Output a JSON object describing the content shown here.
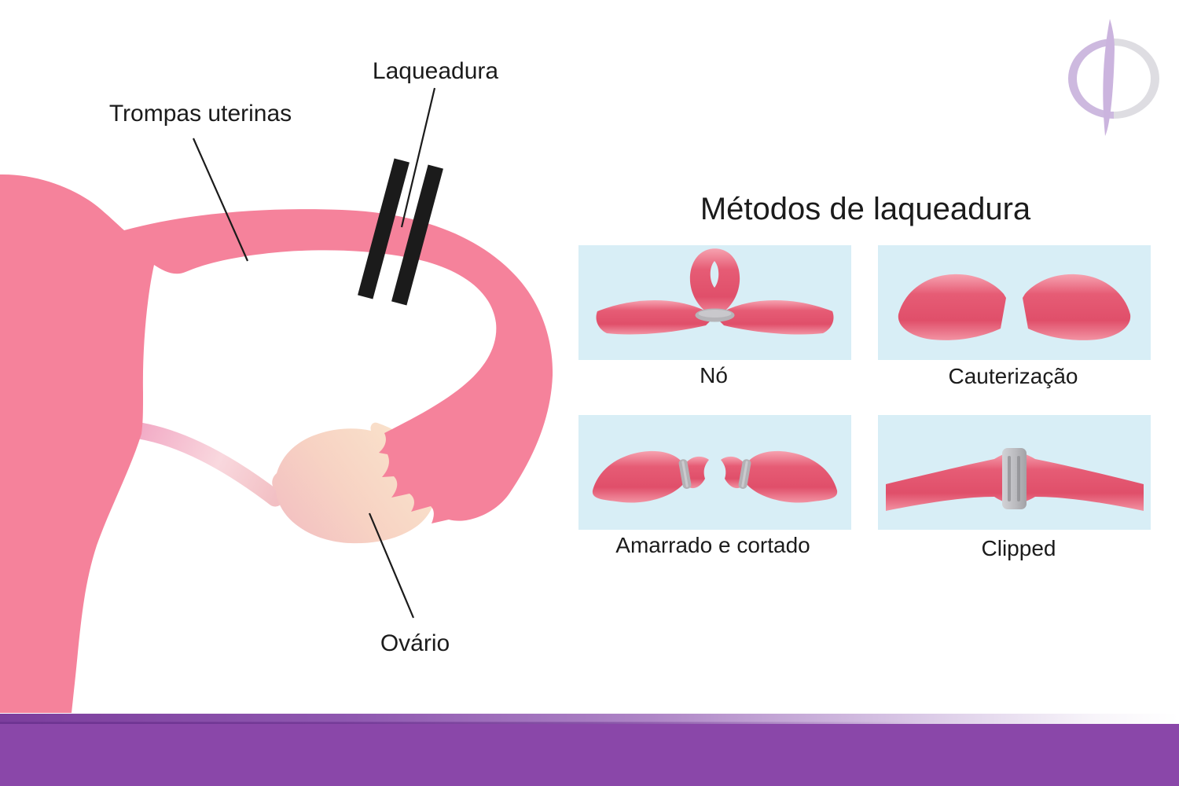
{
  "anatomy": {
    "labels": {
      "tube": "Trompas uterinas",
      "ligation": "Laqueadura",
      "ovary": "Ovário"
    }
  },
  "methods": {
    "title": "Métodos de laqueadura",
    "items": [
      {
        "id": "knot",
        "label": "Nó"
      },
      {
        "id": "cauterization",
        "label": "Cauterização"
      },
      {
        "id": "tied-and-cut",
        "label": "Amarrado e cortado"
      },
      {
        "id": "clipped",
        "label": "Clipped"
      }
    ]
  },
  "branding": {
    "logo": "phi-monogram"
  },
  "colors": {
    "tube_pink": "#F5829B",
    "rose_dark": "#E4536D",
    "panel_blue": "#D8EEF6",
    "gray_band": "#B5B4B8",
    "ovary_cream": "#FAE4CC",
    "ovary_pink": "#F2BEC2",
    "footer_purple": "#8A47A9",
    "footer_strip_dark": "#7C3E9D",
    "logo_purple": "#CDB9DF",
    "logo_gray": "#DEDDE2",
    "text": "#1B1B1B",
    "bar_black": "#1B1B1B"
  }
}
